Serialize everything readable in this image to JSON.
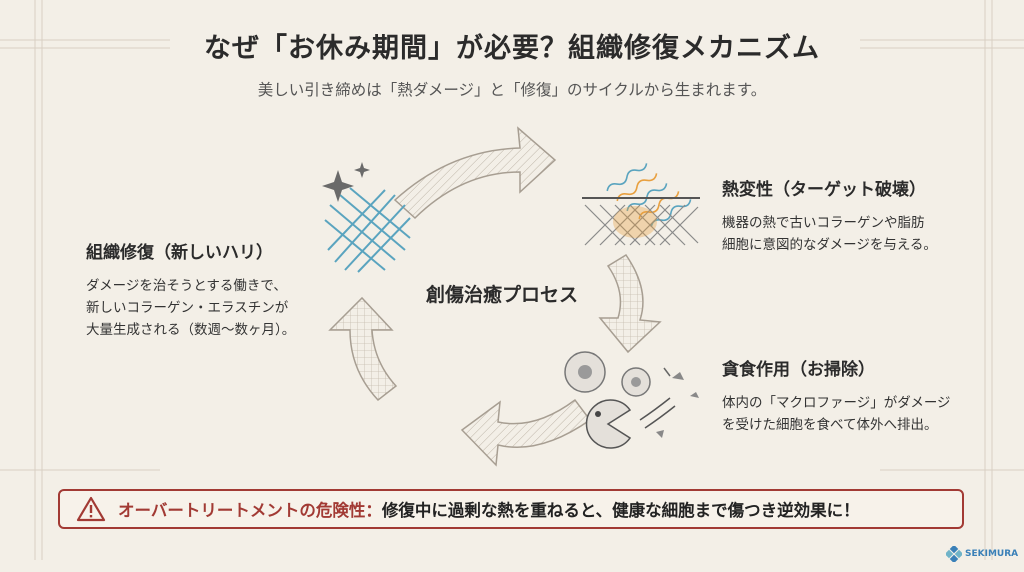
{
  "title": "なぜ「お休み期間」が必要？組織修復メカニズム",
  "subtitle": "美しい引き締めは「熱ダメージ」と「修復」のサイクルから生まれます。",
  "center_label": "創傷治癒プロセス",
  "stages": {
    "left": {
      "heading": "組織修復（新しいハリ）",
      "lines": [
        "ダメージを治そうとする働きで、",
        "新しいコラーゲン・エラスチンが",
        "大量生成される（数週〜数ヶ月）。"
      ]
    },
    "right_top": {
      "heading": "熱変性（ターゲット破壊）",
      "lines": [
        "機器の熱で古いコラーゲンや脂肪",
        "細胞に意図的なダメージを与える。"
      ]
    },
    "right_bottom": {
      "heading": "貪食作用（お掃除）",
      "lines": [
        "体内の「マクロファージ」がダメージ",
        "を受けた細胞を食べて体外へ排出。"
      ]
    }
  },
  "warning": {
    "label": "オーバートリートメントの危険性：",
    "text": "修復中に過剰な熱を重ねると、健康な細胞まで傷つき逆効果に！"
  },
  "logo": {
    "text": "SEKIMURA"
  },
  "colors": {
    "accent_red": "#a23a34",
    "mesh_blue": "#6fb3c8",
    "heat_orange": "#e8a040",
    "logo_blue": "#3a80b8"
  }
}
